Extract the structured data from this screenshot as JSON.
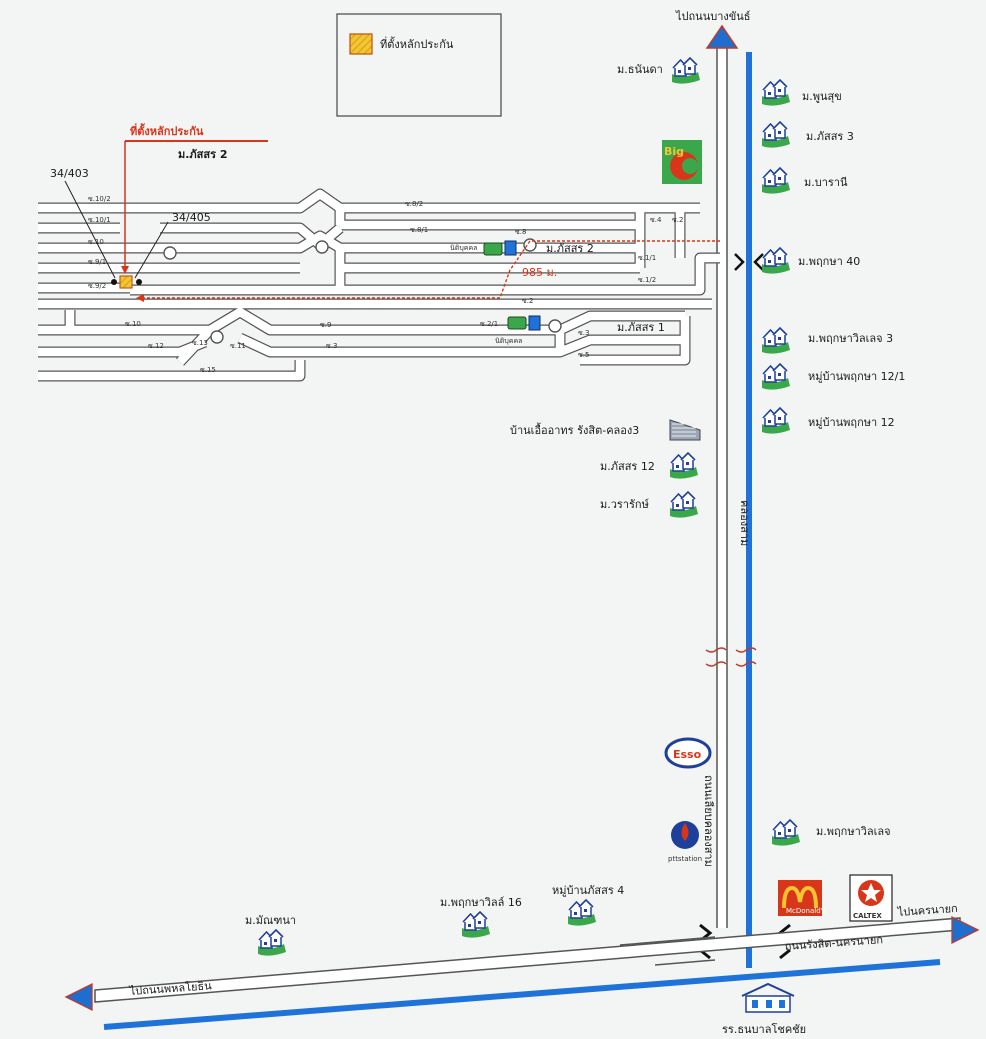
{
  "legend": {
    "label": "ที่ตั้งหลักประกัน"
  },
  "location": {
    "title": "ที่ตั้งหลักประกัน",
    "village": "ม.ภัสสร 2",
    "lot_left": "34/403",
    "lot_right": "34/405",
    "distance": "985 ม."
  },
  "directions": {
    "north": "ไปถนนบางขันธ์",
    "east": "ไปนครนายก",
    "west": "ไปถนนพหลโยธิน",
    "main_road": "ถนนรังสิต-นครนายก",
    "canal_upper": "คลองสาม",
    "canal_lower": "ถนนเลียบคลองสาม"
  },
  "sois": {
    "s10_2": "ซ.10/2",
    "s10_1": "ซ.10/1",
    "s10": "ซ.10",
    "s9_1": "ซ.9/1",
    "s9_2": "ซ.9/2",
    "s8_2": "ซ.8/2",
    "s8_1": "ซ.8/1",
    "s8": "ซ.8",
    "s4": "ซ.4",
    "s2a": "ซ.2",
    "s1_1": "ซ.1/1",
    "s1_2": "ซ.1/2",
    "s2": "ซ.2",
    "s2_1": "ซ.2/1",
    "r10": "ซ.10",
    "r9": "ซ.9",
    "r3": "ซ.3",
    "r12": "ซ.12",
    "r13": "ซ.13",
    "r11": "ซ.11",
    "r3b": "ซ.3",
    "r15": "ซ.15",
    "r5": "ซ.5"
  },
  "landmarks": {
    "juristic1": "นิติบุคคล",
    "juristic2": "นิติบุคคล",
    "pattara1": "ม.ภัสสร 1",
    "pattara2": "ม.ภัสสร 2",
    "bigc": "Big",
    "esso": "Esso",
    "ptt": "pttstation",
    "mcd": "McDonald's",
    "caltex": "CALTEX",
    "elderly": "บ้านเอื้ออาทร รังสิต-คลอง3",
    "school": "รร.ธนบาลโชคชัย"
  },
  "villages_left": [
    "ม.ธนันดา",
    "ม.ภัสสร 12",
    "ม.วรารักษ์",
    "ม.พฤกษาวิลล์ 16",
    "หมู่บ้านภัสสร 4",
    "ม.มัณฑนา"
  ],
  "villages_right": [
    "ม.พูนสุข",
    "ม.ภัสสร 3",
    "ม.บารานี",
    "ม.พฤกษา 40",
    "ม.พฤกษาวิลเลจ 3",
    "หมู่บ้านพฤกษา 12/1",
    "หมู่บ้านพฤกษา 12",
    "ม.พฤกษาวิลเลจ"
  ],
  "colors": {
    "canal": "#1e72d8",
    "route": "#d8361b",
    "road_edge": "#555555",
    "house_roof": "#1e3f9a",
    "house_base": "#3aa84a",
    "marker": "#f5c433"
  }
}
